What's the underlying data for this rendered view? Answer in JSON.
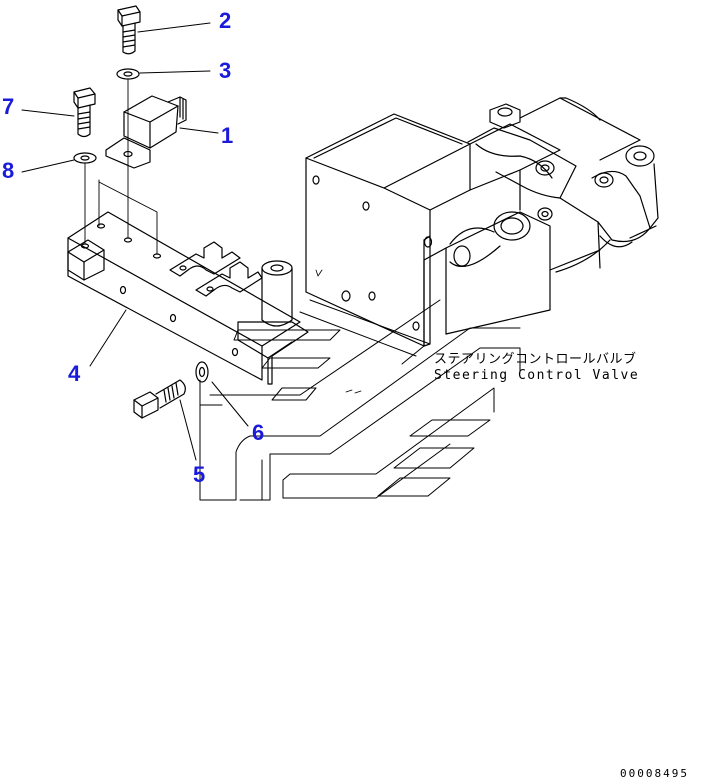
{
  "callouts": {
    "c1": "1",
    "c2": "2",
    "c3": "3",
    "c4": "4",
    "c5": "5",
    "c6": "6",
    "c7": "7",
    "c8": "8"
  },
  "component_label": {
    "japanese": "ステアリングコントロールバルブ",
    "english": "Steering Control Valve"
  },
  "document_number": "00008495",
  "colors": {
    "callout": "#1a1adb",
    "line": "#000000",
    "background": "#ffffff"
  }
}
